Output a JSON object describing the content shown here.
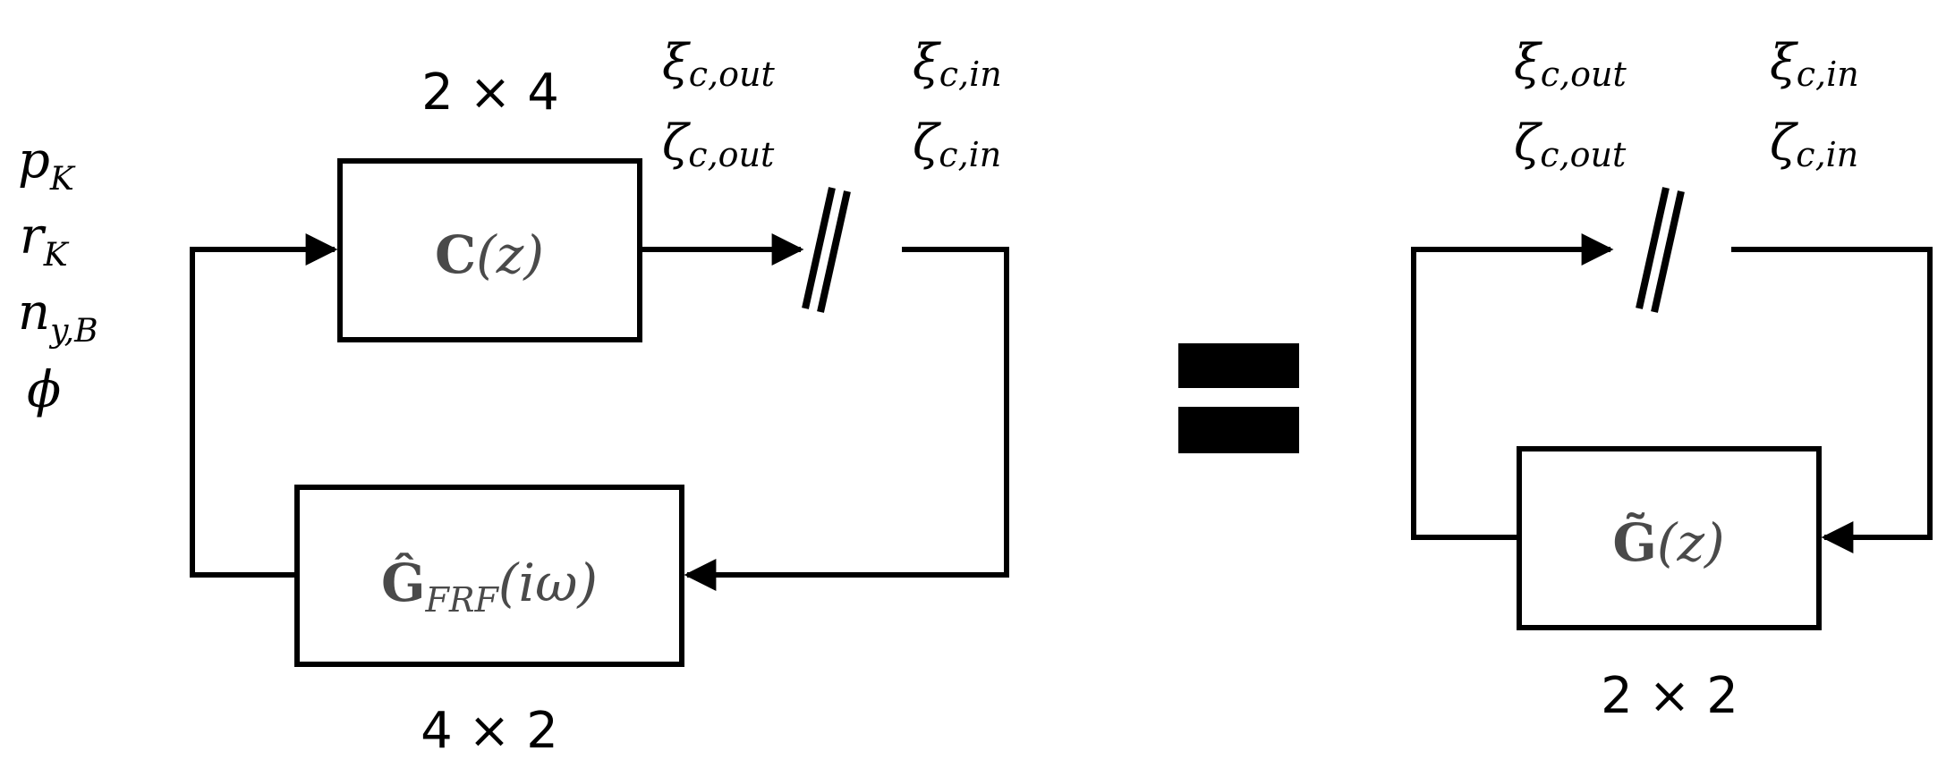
{
  "left_diagram": {
    "params": [
      {
        "main": "p",
        "sub": "K"
      },
      {
        "main": "r",
        "sub": "K"
      },
      {
        "main": "n",
        "sub": "y,B"
      },
      {
        "main": "ϕ",
        "sub": ""
      }
    ],
    "controller_block": {
      "symbol": "C",
      "argument": "(z)",
      "dimension": "2 × 4"
    },
    "plant_block": {
      "symbol": "Ĝ",
      "subscript": "FRF",
      "argument": "(iω)",
      "dimension": "4 × 2"
    },
    "out_signals": [
      {
        "main": "ξ",
        "sub": "c,out"
      },
      {
        "main": "ζ",
        "sub": "c,out"
      }
    ],
    "in_signals": [
      {
        "main": "ξ",
        "sub": "c,in"
      },
      {
        "main": "ζ",
        "sub": "c,in"
      }
    ]
  },
  "equivalence_symbol": "=",
  "right_diagram": {
    "combined_block": {
      "symbol": "G̃",
      "argument": "(z)",
      "dimension": "2 × 2"
    },
    "out_signals": [
      {
        "main": "ξ",
        "sub": "c,out"
      },
      {
        "main": "ζ",
        "sub": "c,out"
      }
    ],
    "in_signals": [
      {
        "main": "ξ",
        "sub": "c,in"
      },
      {
        "main": "ζ",
        "sub": "c,in"
      }
    ]
  }
}
